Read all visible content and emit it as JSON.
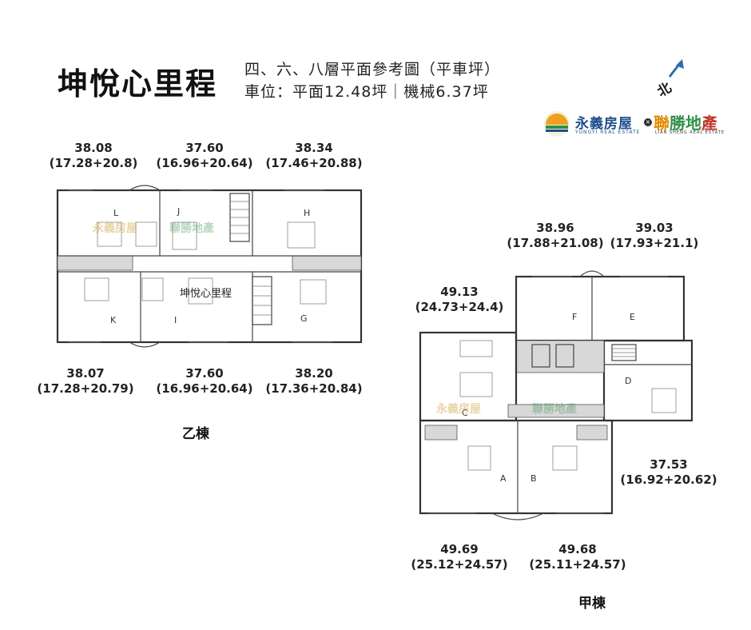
{
  "header": {
    "title": "坤悅心里程",
    "subtitle_line1": "四、六、八層平面參考圖（平車坪）",
    "subtitle_line2": "車位：平面12.48坪｜機械6.37坪",
    "north_label": "北"
  },
  "logos": {
    "yungyi_name": "永義房屋",
    "yungyi_en": "YUNGYI REAL ESTATE",
    "lians_name": "聯勝地產",
    "lians_en": "LIAN SHENG REAL ESTATE",
    "colors": {
      "yungyi_blue": "#1e4d8c",
      "sun_orange": "#f0a020",
      "green": "#2f8f48",
      "red": "#c0392b"
    }
  },
  "building_yi": {
    "label": "乙棟",
    "plan_name": "坤悅心里程",
    "units_top": [
      {
        "letter": "L",
        "total": "38.08",
        "detail": "(17.28+20.8)"
      },
      {
        "letter": "J",
        "total": "37.60",
        "detail": "(16.96+20.64)"
      },
      {
        "letter": "H",
        "total": "38.34",
        "detail": "(17.46+20.88)"
      }
    ],
    "units_bottom": [
      {
        "letter": "K",
        "total": "38.07",
        "detail": "(17.28+20.79)"
      },
      {
        "letter": "I",
        "total": "37.60",
        "detail": "(16.96+20.64)"
      },
      {
        "letter": "G",
        "total": "38.20",
        "detail": "(17.36+20.84)"
      }
    ]
  },
  "building_jia": {
    "label": "甲棟",
    "units": [
      {
        "letter": "F",
        "total": "38.96",
        "detail": "(17.88+21.08)"
      },
      {
        "letter": "E",
        "total": "39.03",
        "detail": "(17.93+21.1)"
      },
      {
        "letter": "C",
        "total": "49.13",
        "detail": "(24.73+24.4)"
      },
      {
        "letter": "D",
        "total": "37.53",
        "detail": "(16.92+20.62)"
      },
      {
        "letter": "A",
        "total": "49.69",
        "detail": "(25.12+24.57)"
      },
      {
        "letter": "B",
        "total": "49.68",
        "detail": "(25.11+24.57)"
      }
    ]
  }
}
